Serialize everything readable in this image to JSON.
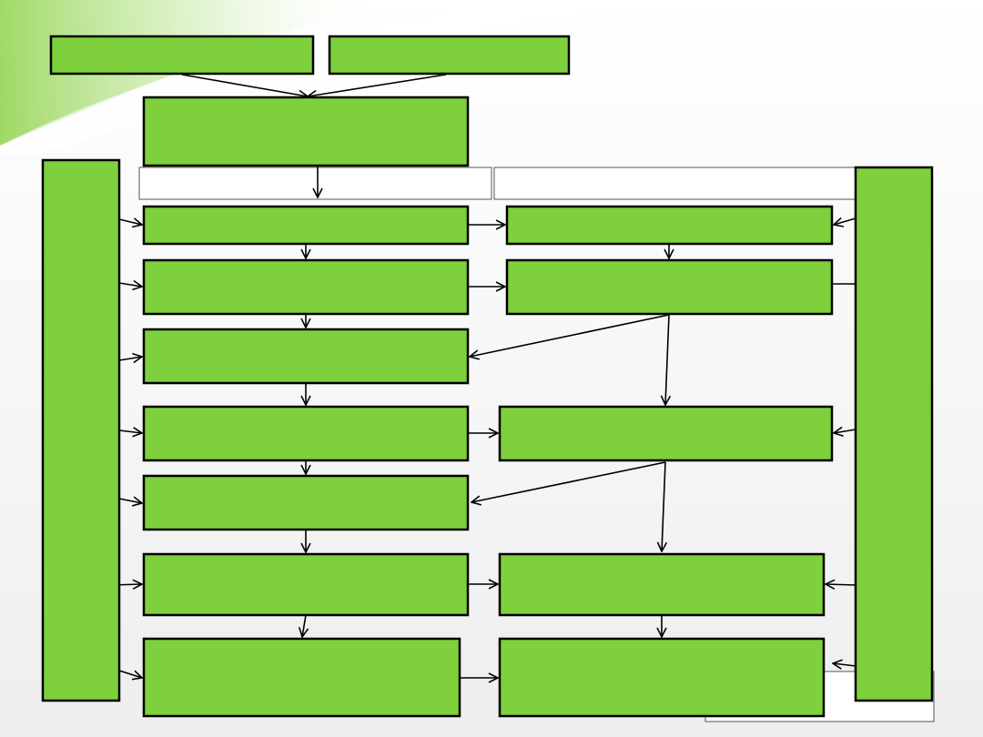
{
  "colors": {
    "box_fill": "#7ed03c",
    "box_stroke": "#000000",
    "arrow": "#000000",
    "band": "#ffffff",
    "background": "#f2f2f2",
    "accent_swoosh": "#9ad85a"
  },
  "nodes": [
    {
      "id": "top-left",
      "label": ""
    },
    {
      "id": "top-right",
      "label": ""
    },
    {
      "id": "center-top",
      "label": ""
    },
    {
      "id": "left-side-bar",
      "label": ""
    },
    {
      "id": "right-side-bar",
      "label": ""
    },
    {
      "id": "left-step-1",
      "label": ""
    },
    {
      "id": "left-step-2",
      "label": ""
    },
    {
      "id": "left-step-3",
      "label": ""
    },
    {
      "id": "left-step-4",
      "label": ""
    },
    {
      "id": "left-step-5",
      "label": ""
    },
    {
      "id": "left-step-6",
      "label": ""
    },
    {
      "id": "left-step-7",
      "label": ""
    },
    {
      "id": "right-step-1",
      "label": ""
    },
    {
      "id": "right-step-2",
      "label": ""
    },
    {
      "id": "right-step-3",
      "label": ""
    },
    {
      "id": "right-step-4",
      "label": ""
    },
    {
      "id": "right-step-5",
      "label": ""
    }
  ],
  "edges": [
    {
      "from": "top-left",
      "to": "center-top"
    },
    {
      "from": "top-right",
      "to": "center-top"
    },
    {
      "from": "center-top",
      "to": "left-step-1"
    },
    {
      "from": "left-step-1",
      "to": "left-step-2"
    },
    {
      "from": "left-step-2",
      "to": "left-step-3"
    },
    {
      "from": "left-step-3",
      "to": "left-step-4"
    },
    {
      "from": "left-step-4",
      "to": "left-step-5"
    },
    {
      "from": "left-step-5",
      "to": "left-step-6"
    },
    {
      "from": "left-step-6",
      "to": "left-step-7"
    },
    {
      "from": "left-step-1",
      "to": "right-step-1"
    },
    {
      "from": "left-step-2",
      "to": "right-step-2"
    },
    {
      "from": "left-step-4",
      "to": "right-step-3"
    },
    {
      "from": "left-step-6",
      "to": "right-step-4"
    },
    {
      "from": "left-step-7",
      "to": "right-step-5"
    },
    {
      "from": "right-step-1",
      "to": "right-step-2"
    },
    {
      "from": "right-step-2",
      "to": "left-step-3"
    },
    {
      "from": "right-step-2",
      "to": "right-step-3"
    },
    {
      "from": "right-step-3",
      "to": "left-step-5"
    },
    {
      "from": "right-step-3",
      "to": "right-step-4"
    },
    {
      "from": "right-step-4",
      "to": "right-step-5"
    },
    {
      "from": "left-side-bar",
      "to": "left-step-1"
    },
    {
      "from": "left-side-bar",
      "to": "left-step-2"
    },
    {
      "from": "left-side-bar",
      "to": "left-step-3"
    },
    {
      "from": "left-side-bar",
      "to": "left-step-4"
    },
    {
      "from": "left-side-bar",
      "to": "left-step-5"
    },
    {
      "from": "left-side-bar",
      "to": "left-step-6"
    },
    {
      "from": "left-side-bar",
      "to": "left-step-7"
    },
    {
      "from": "right-side-bar",
      "to": "right-step-1"
    },
    {
      "from": "right-side-bar",
      "to": "right-step-2"
    },
    {
      "from": "right-side-bar",
      "to": "right-step-3"
    },
    {
      "from": "right-side-bar",
      "to": "right-step-4"
    },
    {
      "from": "right-side-bar",
      "to": "right-step-5"
    }
  ]
}
